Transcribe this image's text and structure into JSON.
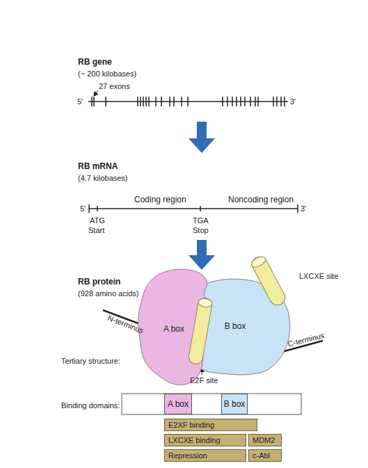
{
  "diagram": {
    "nodes": [
      {
        "text": [
          "A box"
        ]
      },
      {
        "text": [
          "B box"
        ]
      },
      {
        "text": [
          "A box"
        ]
      },
      {
        "text": [
          "B box"
        ]
      },
      {
        "text": [
          "E2XF binding"
        ]
      },
      {
        "text": [
          "LXCXE binding"
        ]
      },
      {
        "text": [
          "Repression"
        ]
      },
      {
        "text": [
          "MDM2"
        ]
      },
      {
        "text": [
          "c-Abl"
        ]
      }
    ],
    "labels": [
      "RB gene",
      "(~ 200 kilobases)",
      "27 exons",
      "5'",
      "3'",
      "RB mRNA",
      "(4.7 kilobases)",
      "Coding region",
      "Noncoding region",
      "5'",
      "3'",
      "ATG",
      "Start",
      "TGA",
      "Stop",
      "RB protein",
      "(928 amino acids)",
      "N-terminus",
      "LXCXE site",
      "C-terminus",
      "Tertiary structure:",
      "E2F site",
      "Binding domains:"
    ]
  }
}
